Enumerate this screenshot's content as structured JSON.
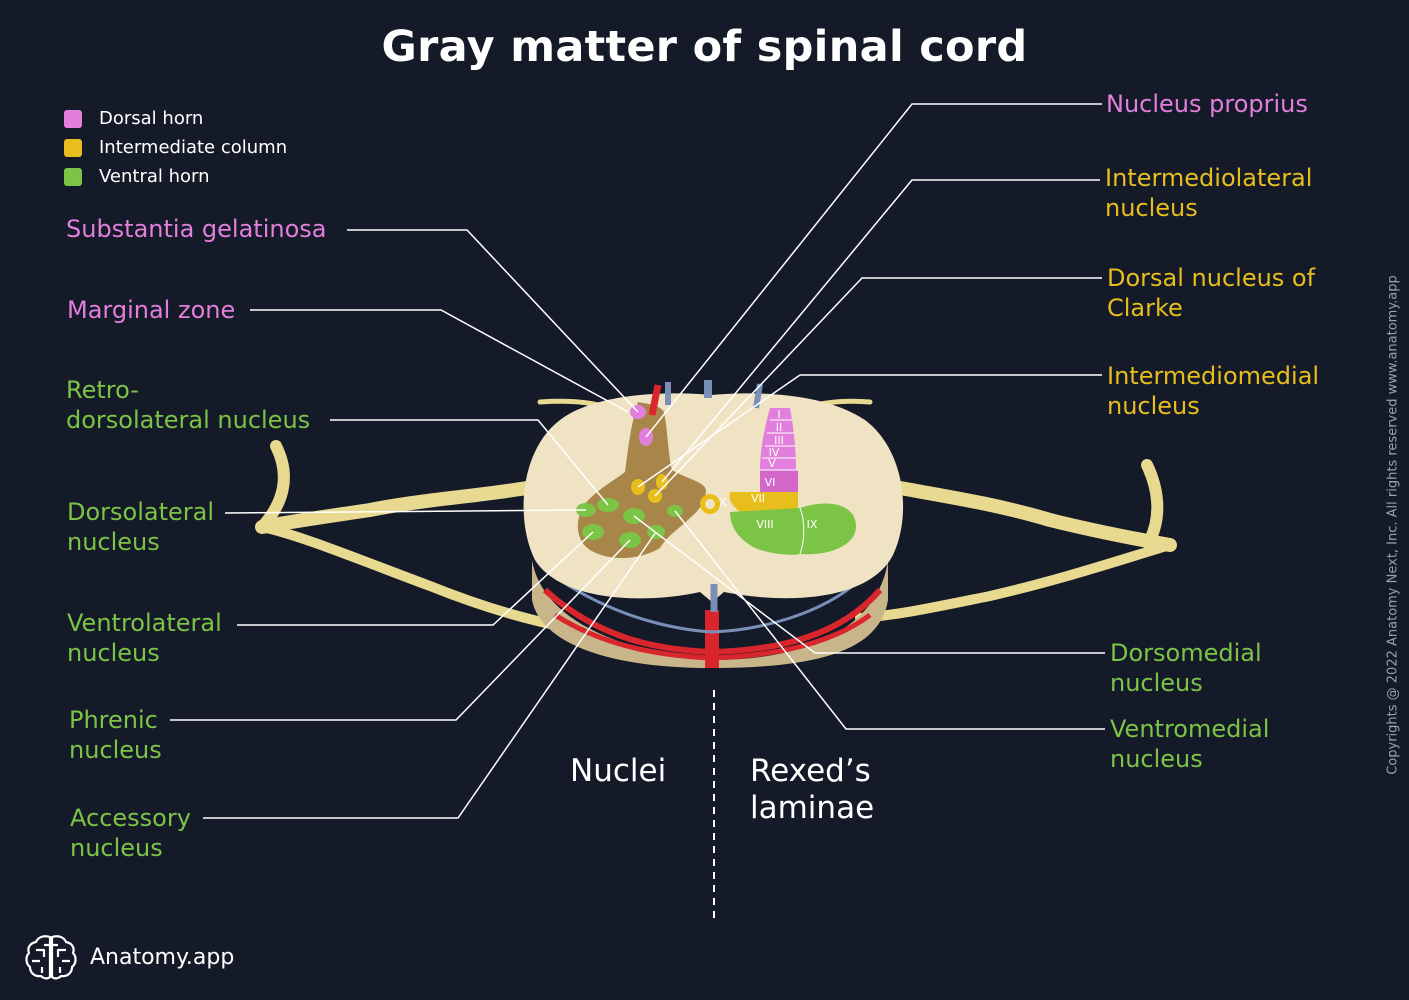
{
  "title": "Gray matter of spinal cord",
  "legend": [
    {
      "label": "Dorsal horn",
      "color": "#e27fdc"
    },
    {
      "label": "Intermediate column",
      "color": "#e8be1c"
    },
    {
      "label": "Ventral horn",
      "color": "#7cc446"
    }
  ],
  "labels_left": {
    "substantia_gelatinosa": "Substantia gelatinosa",
    "marginal_zone": "Marginal zone",
    "retro_dorsolateral_1": "Retro-",
    "retro_dorsolateral_2": "dorsolateral nucleus",
    "dorsolateral_1": "Dorsolateral",
    "dorsolateral_2": "nucleus",
    "ventrolateral_1": "Ventrolateral",
    "ventrolateral_2": "nucleus",
    "phrenic_1": "Phrenic",
    "phrenic_2": "nucleus",
    "accessory_1": "Accessory",
    "accessory_2": "nucleus"
  },
  "labels_right": {
    "nucleus_proprius": "Nucleus proprius",
    "intermediolateral_1": "Intermediolateral",
    "intermediolateral_2": "nucleus",
    "clarke_1": "Dorsal nucleus of",
    "clarke_2": "Clarke",
    "intermediomedial_1": "Intermediomedial",
    "intermediomedial_2": "nucleus",
    "dorsomedial_1": "Dorsomedial",
    "dorsomedial_2": "nucleus",
    "ventromedial_1": "Ventromedial",
    "ventromedial_2": "nucleus"
  },
  "sections": {
    "nuclei": "Nuclei",
    "rexed_1": "Rexed’s",
    "rexed_2": "laminae"
  },
  "laminae": [
    "I",
    "II",
    "III",
    "IV",
    "V",
    "VI",
    "VII",
    "VIII",
    "IX",
    "X"
  ],
  "copyright": "Copyrights @ 2022 Anatomy Next, Inc. All rights reserved www.anatomy.app",
  "brand": "Anatomy.app",
  "colors": {
    "background": "#141a28",
    "dorsal_horn": "#e27fdc",
    "intermediate_column": "#e8be1c",
    "ventral_horn": "#7cc446",
    "white_matter": "#efe3c4",
    "gray_matter_nuclei_side": "#a8864a",
    "nerve": "#e8d990",
    "artery": "#d8262c",
    "vein": "#7a8fb8"
  }
}
